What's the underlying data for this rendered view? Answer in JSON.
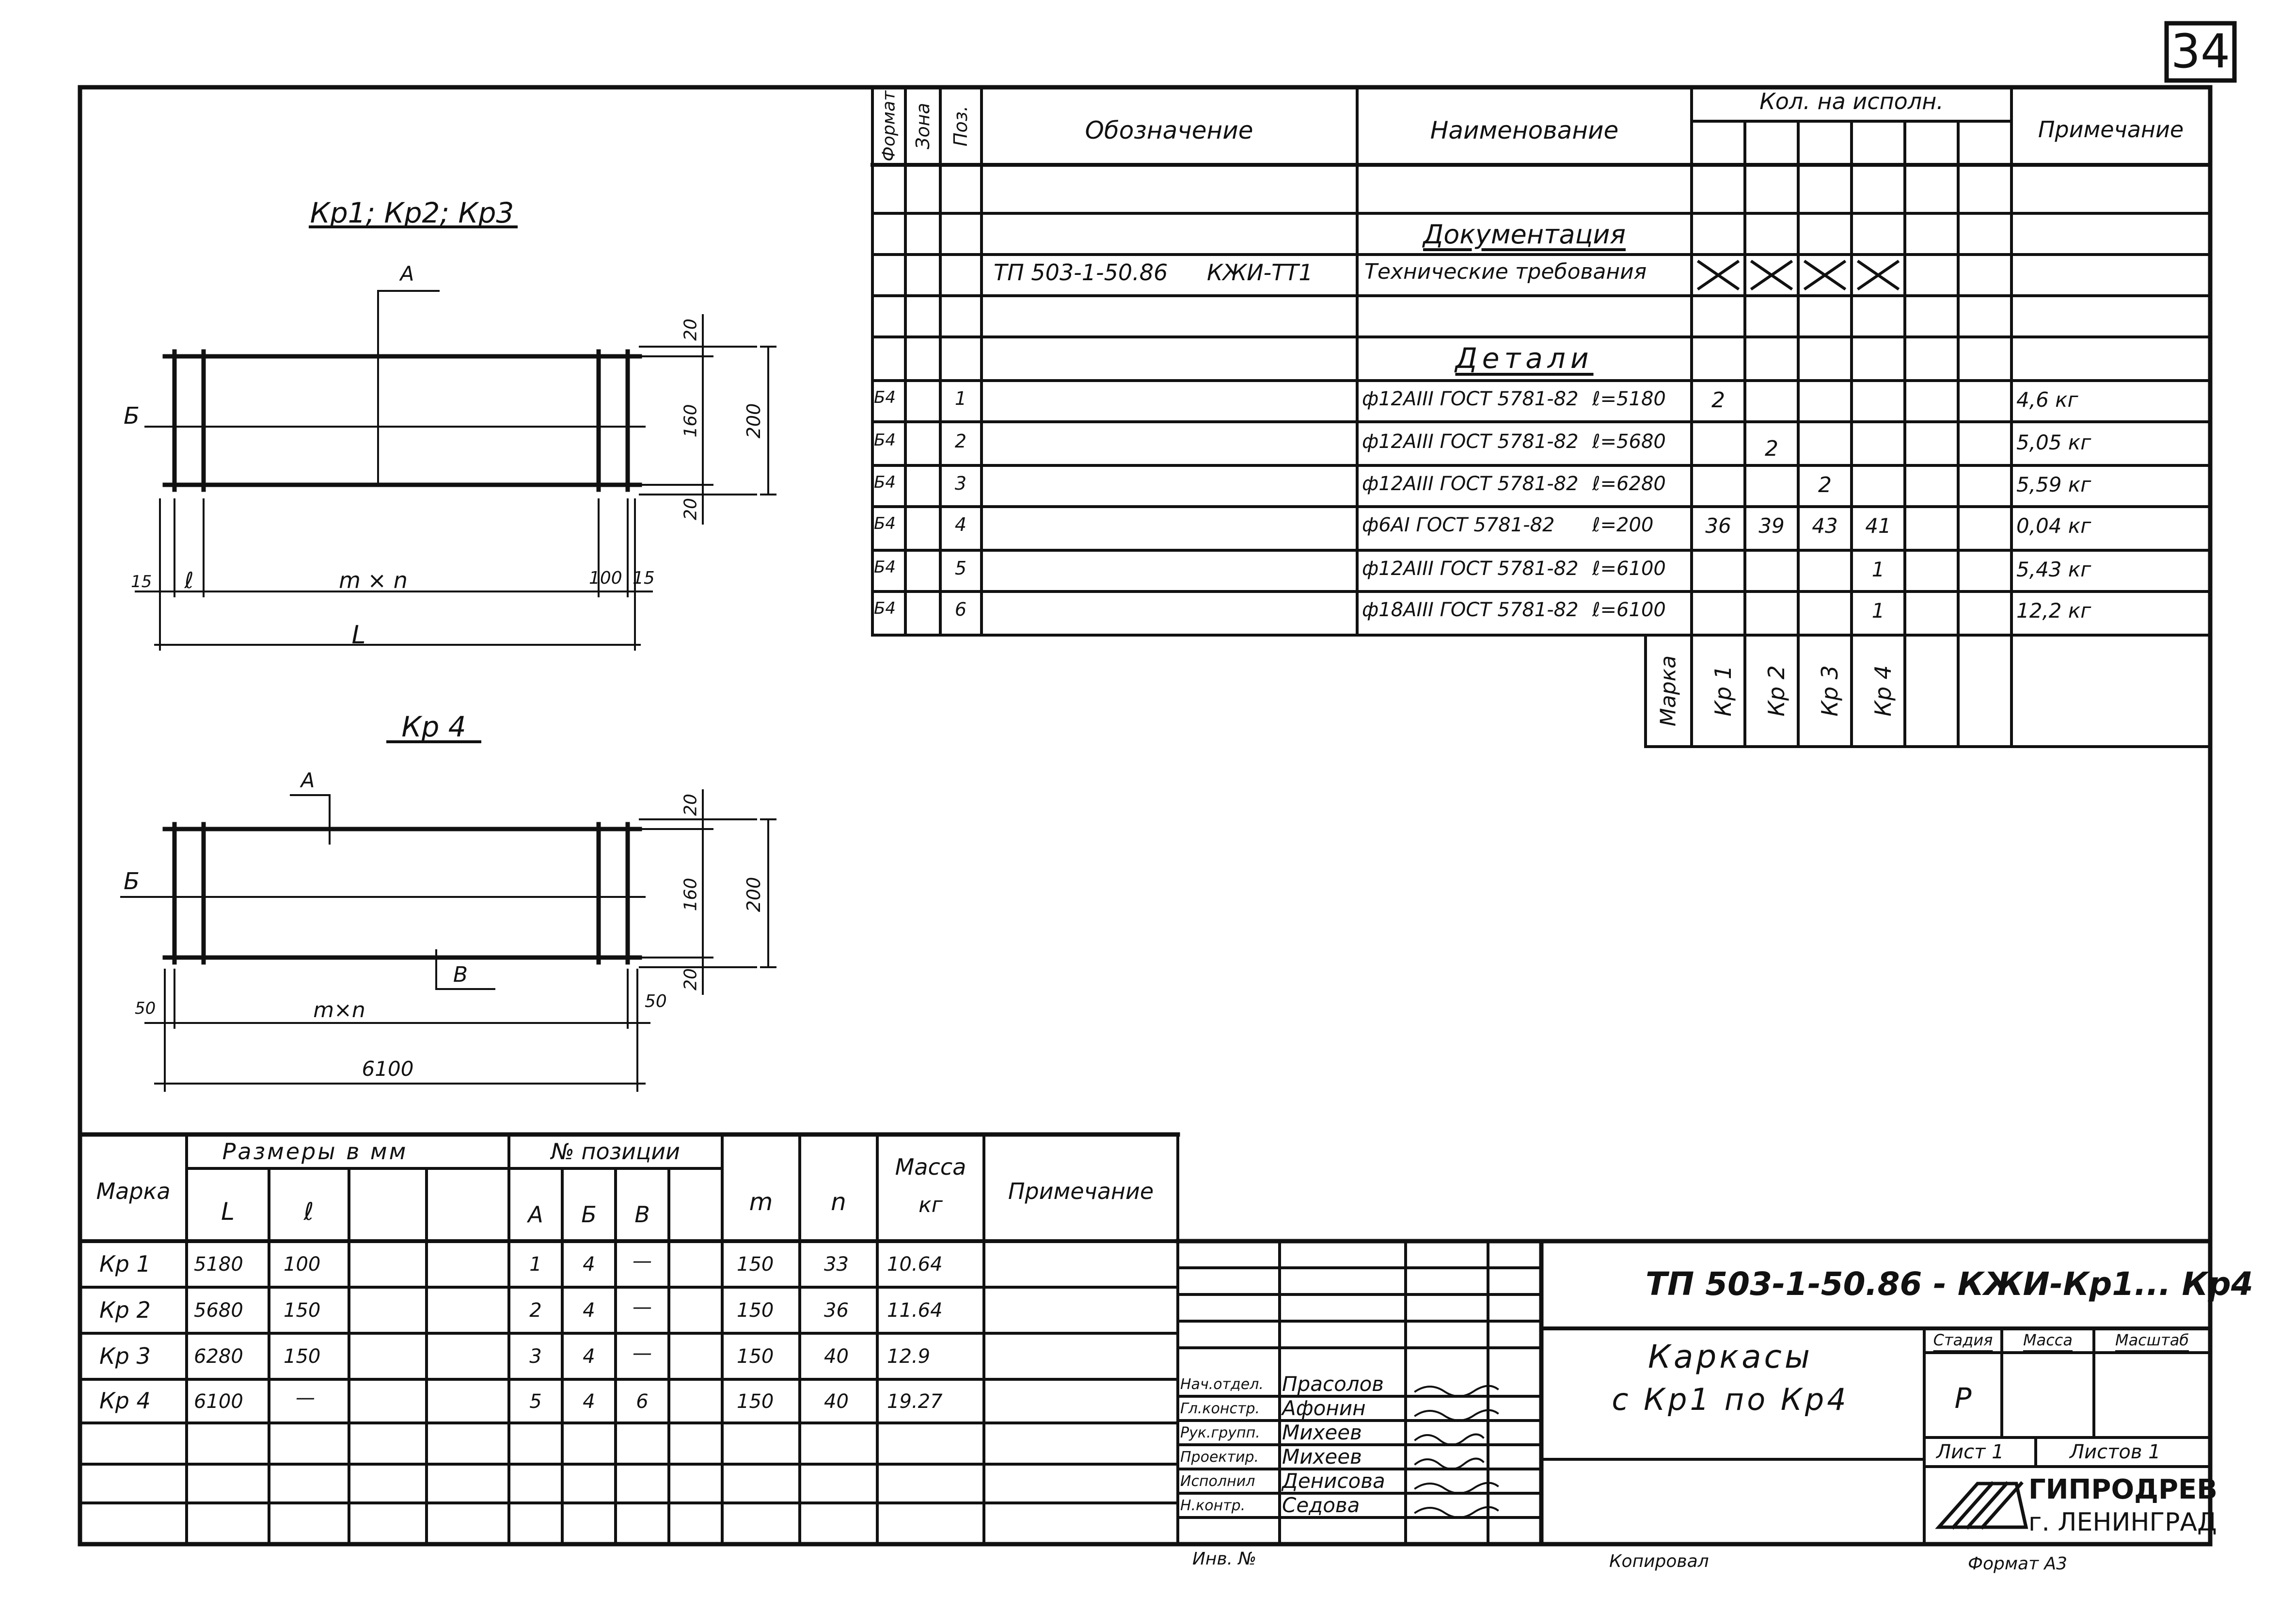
{
  "sheet_number": "34",
  "spec": {
    "headers": {
      "format": "Формат",
      "zone": "Зона",
      "pos": "Поз.",
      "designation": "Обозначение",
      "name": "Наименование",
      "qty_group": "Кол. на исполн.",
      "note": "Примечание"
    },
    "section_docs": "Документация",
    "doc_row": {
      "designation": "ТП 503-1-50.86",
      "code": "КЖИ-ТТ1",
      "name": "Технические требования"
    },
    "section_details": "Детали",
    "rows": [
      {
        "format": "Б4",
        "pos": "1",
        "name": "ф12АIII ГОСТ 5781-82",
        "length": "ℓ=5180",
        "q1": "2",
        "q2": "",
        "q3": "",
        "q4": "",
        "note": "4,6 кг"
      },
      {
        "format": "Б4",
        "pos": "2",
        "name": "ф12АIII ГОСТ 5781-82",
        "length": "ℓ=5680",
        "q1": "",
        "q2": "2",
        "q3": "",
        "q4": "",
        "note": "5,05 кг"
      },
      {
        "format": "Б4",
        "pos": "3",
        "name": "ф12АIII ГОСТ 5781-82",
        "length": "ℓ=6280",
        "q1": "",
        "q2": "",
        "q3": "2",
        "q4": "",
        "note": "5,59 кг"
      },
      {
        "format": "Б4",
        "pos": "4",
        "name": "ф6АI ГОСТ 5781-82",
        "length": "ℓ=200",
        "q1": "36",
        "q2": "39",
        "q3": "43",
        "q4": "41",
        "note": "0,04 кг"
      },
      {
        "format": "Б4",
        "pos": "5",
        "name": "ф12АIII ГОСТ 5781-82",
        "length": "ℓ=6100",
        "q1": "",
        "q2": "",
        "q3": "",
        "q4": "1",
        "note": "5,43 кг"
      },
      {
        "format": "Б4",
        "pos": "6",
        "name": "ф18АIII ГОСТ 5781-82",
        "length": "ℓ=6100",
        "q1": "",
        "q2": "",
        "q3": "",
        "q4": "1",
        "note": "12,2 кг"
      }
    ],
    "marka_label": "Марка",
    "marks": [
      "Кр 1",
      "Кр 2",
      "Кр 3",
      "Кр 4"
    ]
  },
  "drawing1": {
    "title": "Кр1; Кр2; Кр3",
    "section_a": "А",
    "section_b": "Б",
    "dim_top": "20",
    "dim_mid": "160",
    "dim_bot": "20",
    "dim_total": "200",
    "dim_left": "15",
    "dim_l": "ℓ",
    "dim_mn": "m × n",
    "dim_100": "100",
    "dim_right": "15",
    "dim_L": "L"
  },
  "drawing2": {
    "title": "Кр 4",
    "section_a": "А",
    "section_b": "Б",
    "section_v": "В",
    "dim_top": "20",
    "dim_mid": "160",
    "dim_bot": "20",
    "dim_total": "200",
    "dim_left": "50",
    "dim_mn": "m×n",
    "dim_right": "50",
    "dim_overall": "6100"
  },
  "bottom_table": {
    "headers": {
      "marka": "Марка",
      "sizes": "Размеры в мм",
      "L": "L",
      "l": "ℓ",
      "positions": "№ позиции",
      "A": "А",
      "B": "Б",
      "V": "В",
      "m": "m",
      "n": "n",
      "mass": "Масса",
      "mass_unit": "кг",
      "note": "Примечание"
    },
    "rows": [
      {
        "marka": "Кр 1",
        "L": "5180",
        "l": "100",
        "A": "1",
        "B": "4",
        "V": "—",
        "m": "150",
        "n": "33",
        "mass": "10.64"
      },
      {
        "marka": "Кр 2",
        "L": "5680",
        "l": "150",
        "A": "2",
        "B": "4",
        "V": "—",
        "m": "150",
        "n": "36",
        "mass": "11.64"
      },
      {
        "marka": "Кр 3",
        "L": "6280",
        "l": "150",
        "A": "3",
        "B": "4",
        "V": "—",
        "m": "150",
        "n": "40",
        "mass": "12.9"
      },
      {
        "marka": "Кр 4",
        "L": "6100",
        "l": "—",
        "A": "5",
        "B": "4",
        "V": "6",
        "m": "150",
        "n": "40",
        "mass": "19.27"
      }
    ]
  },
  "title_block": {
    "code": "ТП 503-1-50.86 - КЖИ-Кр1... Кр4",
    "title_line1": "Каркасы",
    "title_line2": "с Кр1 по Кр4",
    "stage_label": "Стадия",
    "mass_label": "Масса",
    "scale_label": "Масштаб",
    "stage_value": "Р",
    "sheet_label": "Лист 1",
    "sheets_label": "Листов 1",
    "org_line1": "ГИПРОДРЕВ",
    "org_line2": "г. ЛЕНИНГРАД",
    "staff": [
      {
        "role": "Нач.отдел.",
        "name": "Прасолов"
      },
      {
        "role": "Гл.констр.",
        "name": "Афонин"
      },
      {
        "role": "Рук.групп.",
        "name": "Михеев"
      },
      {
        "role": "Проектир.",
        "name": "Михеев"
      },
      {
        "role": "Исполнил",
        "name": "Денисова"
      },
      {
        "role": "Н.контр.",
        "name": "Седова"
      }
    ],
    "inv_label": "Инв. №",
    "copied_label": "Копировал",
    "format_label": "Формат А3"
  }
}
